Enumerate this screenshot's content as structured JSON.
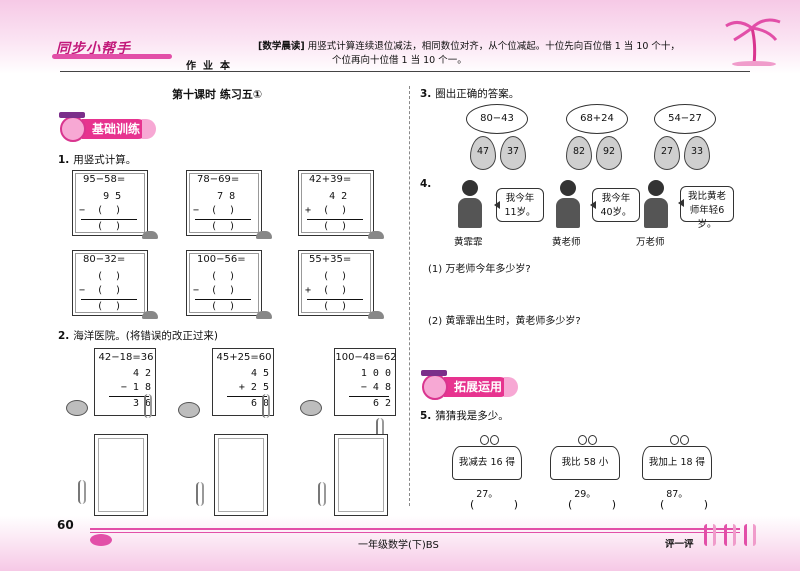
{
  "header": {
    "logo": "同步小帮手",
    "workbook_label": "作业本",
    "tip_title": "[数学晨读]",
    "tip_line1": "用竖式计算连续退位减法，相同数位对齐，从个位减起。十位先向百位借 1 当 10 个十，",
    "tip_line2": "个位再向十位借 1 当 10 个一。"
  },
  "lesson_title": "第十课时   练习五①",
  "sections": {
    "basic": "基础训练",
    "extend": "拓展运用"
  },
  "q1": {
    "num": "1.",
    "text": "用竖式计算。",
    "items": [
      {
        "expr": "95−58=",
        "row1": "    9 5",
        "row2": "−  (  )",
        "row3": "   (  )"
      },
      {
        "expr": "78−69=",
        "row1": "    7 8",
        "row2": "−  (  )",
        "row3": "   (  )"
      },
      {
        "expr": "42+39=",
        "row1": "    4 2",
        "row2": "+  (  )",
        "row3": "   (  )"
      },
      {
        "expr": "80−32=",
        "row1": "   (  )",
        "row2": "−  (  )",
        "row3": "   (  )"
      },
      {
        "expr": "100−56=",
        "row1": "   (  )",
        "row2": "−  (  )",
        "row3": "   (  )"
      },
      {
        "expr": "55+35=",
        "row1": "   (  )",
        "row2": "+  (  )",
        "row3": "   (  )"
      }
    ]
  },
  "q2": {
    "num": "2.",
    "text": "海洋医院。(将错误的改正过来)",
    "items": [
      {
        "expr": "42−18=36",
        "row1": "4 2",
        "row2": "− 1 8",
        "row3": "3 6"
      },
      {
        "expr": "45+25=60",
        "row1": "4 5",
        "row2": "+ 2 5",
        "row3": "6 0"
      },
      {
        "expr": "100−48=62",
        "row1": "1 0 0",
        "row2": "− 4 8",
        "row3": "6 2"
      }
    ]
  },
  "q3": {
    "num": "3.",
    "text": "圈出正确的答案。",
    "groups": [
      {
        "expr": "80−43",
        "a": "47",
        "b": "37"
      },
      {
        "expr": "68+24",
        "a": "82",
        "b": "92"
      },
      {
        "expr": "54−27",
        "a": "27",
        "b": "33"
      }
    ]
  },
  "q4": {
    "num": "4.",
    "people": [
      {
        "speech": "我今年11岁。",
        "name": "黄霏霏"
      },
      {
        "speech": "我今年40岁。",
        "name": "黄老师"
      },
      {
        "speech": "我比黄老师年轻6岁。",
        "name": "万老师"
      }
    ],
    "sub1": "(1) 万老师今年多少岁?",
    "sub2": "(2) 黄霏霏出生时，黄老师多少岁?"
  },
  "q5": {
    "num": "5.",
    "text": "猜猜我是多少。",
    "signs": [
      "我减去 16 得 27。",
      "我比 58 小 29。",
      "我加上 18 得 87。"
    ],
    "blank": "(  )"
  },
  "footer": {
    "page": "60",
    "grade": "一年级数学(下)BS",
    "assess": "评一评"
  }
}
